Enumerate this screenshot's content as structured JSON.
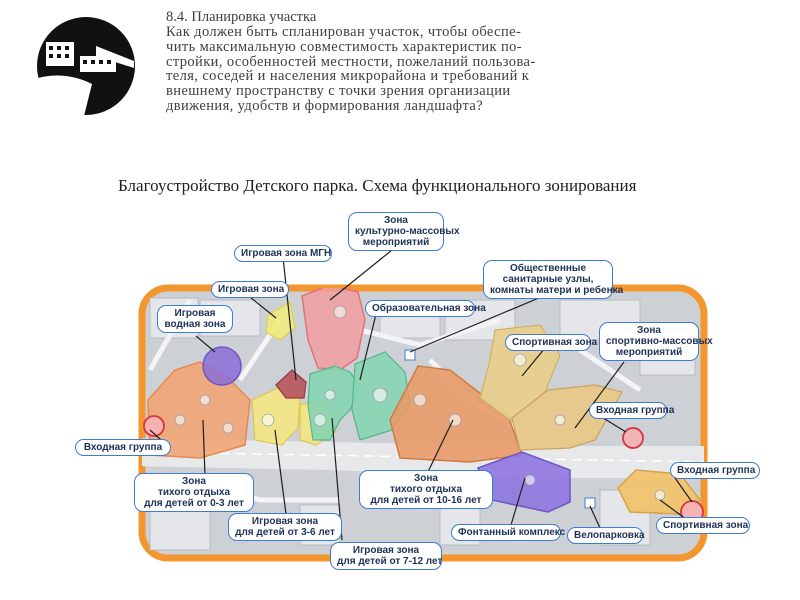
{
  "heading": {
    "section": "8.4. Планировка участка",
    "question_lines": [
      "Как должен быть спланирован участок, чтобы обеспе-",
      "чить максимальную совместимость характеристик по-",
      "стройки, особенностей местности, пожеланий пользова-",
      "теля, соседей и населения микрорайона и требований к",
      "внешнему пространству с точки зрения организации",
      "движения, удобств и формирования ландшафта?"
    ]
  },
  "diagram": {
    "title": "Благоустройство Детского парка. Схема функционального зонирования",
    "labels": {
      "cultural": "Зона\nкультурно-массовых\nмероприятий",
      "mgn": "Игровая зона МГН",
      "play": "Игровая зона",
      "sanitary": "Общественные\nсанитарные узлы,\nкомнаты матери и ребенка",
      "water": "Игровая\nводная зона",
      "education": "Образовательная зона",
      "sport1": "Спортивная зона",
      "sportevents": "Зона\nспортивно-массовых\nмероприятий",
      "entrance_left": "Входная группа",
      "entrance_right": "Входная группа",
      "entrance_right2": "Входная группа",
      "quiet03": "Зона\nтихого отдыха\nдля детей от 0-3 лет",
      "quiet1016": "Зона\nтихого отдыха\nдля детей от 10-16 лет",
      "play36": "Игровая зона\nдля детей от 3-6 лет",
      "play712": "Игровая зона\nдля детей от 7-12 лет",
      "fountain": "Фонтанный комплекс",
      "bike": "Велопарковка",
      "sport2": "Спортивная зона"
    }
  }
}
